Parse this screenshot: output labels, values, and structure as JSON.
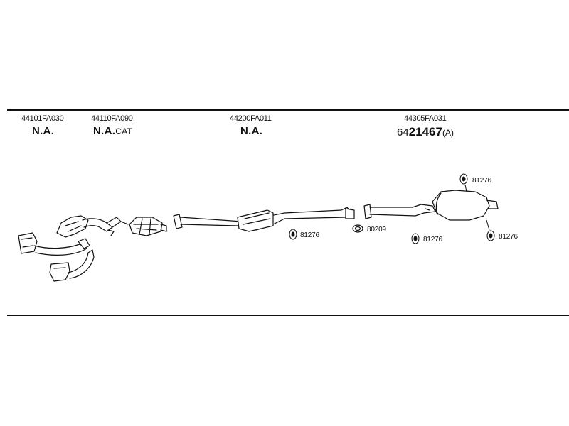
{
  "sections": [
    {
      "part_number": "44101FA030",
      "status": "N.A.",
      "status_suffix": ""
    },
    {
      "part_number": "44110FA090",
      "status": "N.A.",
      "status_suffix": "CAT"
    },
    {
      "part_number": "44200FA011",
      "status": "N.A.",
      "status_suffix": ""
    },
    {
      "part_number": "44305FA031",
      "ref_prefix": "64",
      "ref_main": "21467",
      "ref_suffix": "(A)"
    }
  ],
  "callouts": [
    {
      "label": "81276"
    },
    {
      "label": "80209"
    },
    {
      "label": "81276"
    },
    {
      "label": "81276"
    },
    {
      "label": "81276"
    }
  ]
}
